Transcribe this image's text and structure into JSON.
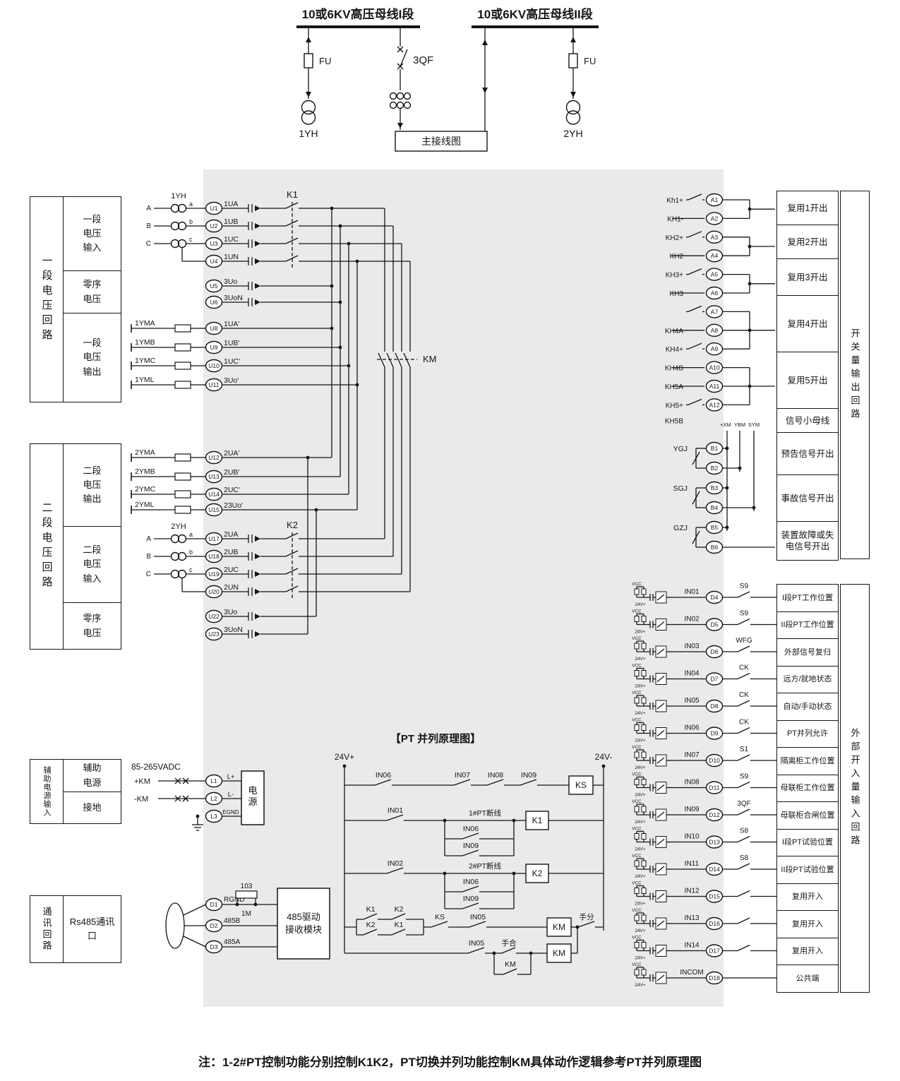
{
  "colors": {
    "panel": "#eaeaea",
    "ink": "#151515"
  },
  "top": {
    "bus1_label": "10或6KV高压母线I段",
    "bus2_label": "10或6KV高压母线II段",
    "fu_left": "FU",
    "fu_right": "FU",
    "qf_label": "3QF",
    "yh1_label": "1YH",
    "yh2_label": "2YH",
    "main_diagram_label": "主接线图"
  },
  "left_blocks": [
    {
      "title": "一段电压回路",
      "rows": [
        "一段电压输入",
        "零序电压",
        "一段电压输出"
      ]
    },
    {
      "title": "二段电压回路",
      "rows": [
        "二段电压输出",
        "二段电压输入",
        "零序电压"
      ]
    },
    {
      "title": "辅助电源输入",
      "rows": [
        "辅助电源",
        "接地"
      ]
    },
    {
      "title": "通讯回路",
      "rows": [
        "Rs485通讯口"
      ]
    }
  ],
  "pt_symbols": {
    "phases": [
      "A",
      "B",
      "C"
    ],
    "taps": [
      "a",
      "b",
      "c"
    ]
  },
  "section1": {
    "transformer": "1YH",
    "k": "K1",
    "inputs": [
      {
        "id": "U1",
        "sig": "1UA"
      },
      {
        "id": "U2",
        "sig": "1UB"
      },
      {
        "id": "U3",
        "sig": "1UC"
      },
      {
        "id": "U4",
        "sig": "1UN"
      }
    ],
    "zero": [
      {
        "id": "U5",
        "sig": "3Uo"
      },
      {
        "id": "U6",
        "sig": "3UoN"
      }
    ],
    "outputs": [
      {
        "fuse": "1YMA",
        "id": "U8",
        "sig": "1UA'"
      },
      {
        "fuse": "1YMB",
        "id": "U9",
        "sig": "1UB'"
      },
      {
        "fuse": "1YMC",
        "id": "U10",
        "sig": "1UC'"
      },
      {
        "fuse": "1YML",
        "id": "U11",
        "sig": "3Uo'"
      }
    ]
  },
  "section2": {
    "transformer": "2YH",
    "k": "K2",
    "km": "KM",
    "outputs": [
      {
        "fuse": "2YMA",
        "id": "U12",
        "sig": "2UA'"
      },
      {
        "fuse": "2YMB",
        "id": "U13",
        "sig": "2UB'"
      },
      {
        "fuse": "2YMC",
        "id": "U14",
        "sig": "2UC'"
      },
      {
        "fuse": "2YML",
        "id": "U15",
        "sig": "23Uo'"
      }
    ],
    "inputs": [
      {
        "id": "U17",
        "sig": "2UA"
      },
      {
        "id": "U18",
        "sig": "2UB"
      },
      {
        "id": "U19",
        "sig": "2UC"
      },
      {
        "id": "U20",
        "sig": "2UN"
      }
    ],
    "zero": [
      {
        "id": "U22",
        "sig": "3Uo"
      },
      {
        "id": "U23",
        "sig": "3UoN"
      }
    ]
  },
  "output_section": {
    "rows": [
      {
        "contact": "Kh1+",
        "t": "A1"
      },
      {
        "contact": "KH1-",
        "t": "A2"
      },
      {
        "contact": "KH2+",
        "t": "A3"
      },
      {
        "contact": "KH2",
        "t": "A4"
      },
      {
        "contact": "KH3+",
        "t": "A5"
      },
      {
        "contact": "KH3",
        "t": "A6"
      },
      {
        "contact": "",
        "t": "A7"
      },
      {
        "contact": "KH4A",
        "t": "A8"
      },
      {
        "contact": "KH4+",
        "t": "A9"
      },
      {
        "contact": "KH4B",
        "t": "A10"
      },
      {
        "contact": "KH5A",
        "t": "A11"
      },
      {
        "contact": "KH5+",
        "t": "A12"
      }
    ],
    "kh5b": "KH5B",
    "boxes": [
      "复用1开出",
      "复用2开出",
      "复用3开出",
      "复用4开出",
      "复用5开出"
    ],
    "vertical_label": "开关量输出回路"
  },
  "signal_section": {
    "bus_labels": [
      "+XM",
      "YBM",
      "SYM"
    ],
    "rows": [
      {
        "relay": "YGJ",
        "t": "B1"
      },
      {
        "relay": "",
        "t": "B2"
      },
      {
        "relay": "SGJ",
        "t": "B3"
      },
      {
        "relay": "",
        "t": "B4"
      },
      {
        "relay": "GZJ",
        "t": "B5"
      },
      {
        "relay": "",
        "t": "B6"
      }
    ],
    "boxes": [
      "信号小母线",
      "预告信号开出",
      "事故信号开出",
      "装置故障或失电信号开出"
    ]
  },
  "input_section": {
    "rows": [
      {
        "in": "IN01",
        "t": "D4",
        "sw": "S9",
        "label": "I段PT工作位置"
      },
      {
        "in": "IN02",
        "t": "D5",
        "sw": "S9",
        "label": "II段PT工作位置"
      },
      {
        "in": "IN03",
        "t": "D6",
        "sw": "WFG",
        "label": "外部信号复归"
      },
      {
        "in": "IN04",
        "t": "D7",
        "sw": "CK",
        "label": "远方/就地状态"
      },
      {
        "in": "IN05",
        "t": "D8",
        "sw": "CK",
        "label": "自动/手动状态"
      },
      {
        "in": "IN06",
        "t": "D9",
        "sw": "CK",
        "label": "PT并列允许"
      },
      {
        "in": "IN07",
        "t": "D10",
        "sw": "S1",
        "label": "隔离柜工作位置"
      },
      {
        "in": "IN08",
        "t": "D11",
        "sw": "S9",
        "label": "母联柜工作位置"
      },
      {
        "in": "IN09",
        "t": "D12",
        "sw": "3QF",
        "label": "母联柜合闸位置"
      },
      {
        "in": "IN10",
        "t": "D13",
        "sw": "S8",
        "label": "I段PT试验位置"
      },
      {
        "in": "IN11",
        "t": "D14",
        "sw": "S8",
        "label": "II段PT试验位置"
      },
      {
        "in": "IN12",
        "t": "D15",
        "sw": "",
        "label": "复用开入"
      },
      {
        "in": "IN13",
        "t": "D16",
        "sw": "",
        "label": "复用开入"
      },
      {
        "in": "IN14",
        "t": "D17",
        "sw": "",
        "label": "复用开入"
      },
      {
        "in": "INCOM",
        "t": "D18",
        "sw": "",
        "label": "公共端"
      }
    ],
    "vertical_label": "外部开入量输入回路",
    "opto": {
      "vcc": "VCC",
      "v24": "24V+"
    }
  },
  "pt_logic": {
    "title": "【PT 并列原理图】",
    "rail_pos": "24V+",
    "rail_neg": "24V-",
    "row1": {
      "switches": [
        "IN06",
        "IN07",
        "IN08",
        "IN09"
      ],
      "coil": "KS"
    },
    "row2": {
      "sw": "IN01",
      "line_label": "1#PT断线",
      "coil": "K1",
      "parallel": [
        "IN06",
        "IN09"
      ]
    },
    "row3": {
      "sw": "IN02",
      "line_label": "2#PT断线",
      "coil": "K2",
      "parallel": [
        "IN06",
        "IN09"
      ]
    },
    "row4": {
      "pairs": [
        [
          "K1",
          "K2"
        ],
        [
          "K2",
          "K1"
        ]
      ],
      "ks": "KS",
      "sw": "IN05",
      "coil": "KM",
      "sw2": "IN05",
      "manual_close": "手合",
      "manual_open": "手分",
      "km2": "KM",
      "km3": "KM"
    }
  },
  "comm_section": {
    "terminals": [
      {
        "t": "D1",
        "sig": "RGND"
      },
      {
        "t": "D2",
        "sig": "485B"
      },
      {
        "t": "D3",
        "sig": "485A"
      }
    ],
    "cap_label": "103",
    "res_label": "1M",
    "module_lines": [
      "485驱动",
      "接收模块"
    ]
  },
  "power_section": {
    "voltage_label": "85-265VADC",
    "plus": "+KM",
    "minus": "-KM",
    "terminals": [
      {
        "t": "L1",
        "sig": "L+"
      },
      {
        "t": "L2",
        "sig": "L-"
      },
      {
        "t": "L3",
        "sig": "EGND"
      }
    ],
    "box": "电源"
  },
  "note": "注：1-2#PT控制功能分别控制K1K2，PT切换并列功能控制KM具体动作逻辑参考PT并列原理图"
}
